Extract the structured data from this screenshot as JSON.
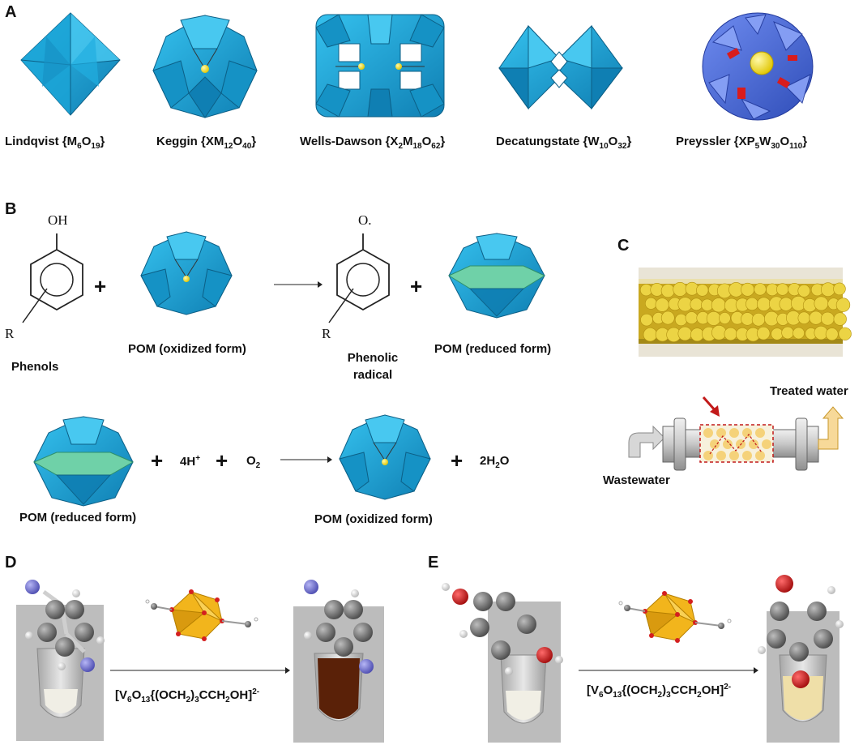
{
  "panels": {
    "A": {
      "letter": "A"
    },
    "B": {
      "letter": "B"
    },
    "C": {
      "letter": "C"
    },
    "D": {
      "letter": "D"
    },
    "E": {
      "letter": "E"
    }
  },
  "structures": [
    {
      "name": "Lindqvist",
      "formula": "{M6O19}"
    },
    {
      "name": "Keggin",
      "formula": "{XM12O40}"
    },
    {
      "name": "Wells-Dawson",
      "formula": "{X2M18O62}"
    },
    {
      "name": "Decatungstate",
      "formula": "{W10O32}"
    },
    {
      "name": "Preyssler",
      "formula": "{XP5W30O110}"
    }
  ],
  "reaction1": {
    "phenol_oh": "OH",
    "phenol_r": "R",
    "phenols": "Phenols",
    "pom_oxidized": "POM (oxidized form)",
    "radical_o": "O.",
    "radical_r": "R",
    "phenolic": "Phenolic",
    "radical": "radical",
    "pom_reduced": "POM (reduced form)",
    "plus": "+"
  },
  "reaction2": {
    "pom_reduced": "POM (reduced form)",
    "proton": "4H+",
    "oxygen": "O2",
    "pom_oxidized": "POM (oxidized form)",
    "water": "2H2O",
    "plus": "+"
  },
  "panel_c": {
    "treated_water": "Treated water",
    "wastewater": "Wastewater"
  },
  "panel_d": {
    "catalyst": "[V6O13{(OCH2)3CCH2OH]2-"
  },
  "panel_e": {
    "catalyst": "[V6O13{(OCH2)3CCH2OH]2-"
  },
  "colors": {
    "polyhedra_cyan": "#1ca9d8",
    "polyhedra_dark": "#0d6f99",
    "preyssler_blue": "#4a68d6",
    "reduced_belt": "#6fd1a8",
    "heteroatom_yellow": "#f6e21a",
    "vanadium_gold": "#f2b51c",
    "oxygen_red": "#d41f1f",
    "nitrogen_blue": "#7b7bd6",
    "carbon_gray": "#6e6e6e",
    "arrow_red": "#d21f1f",
    "bead_yellow": "#e5c52a"
  },
  "icons": [
    "octahedral-cluster-icon",
    "benzene-ring-icon",
    "flow-reactor-icon",
    "molecule-icon",
    "tube-icon"
  ]
}
